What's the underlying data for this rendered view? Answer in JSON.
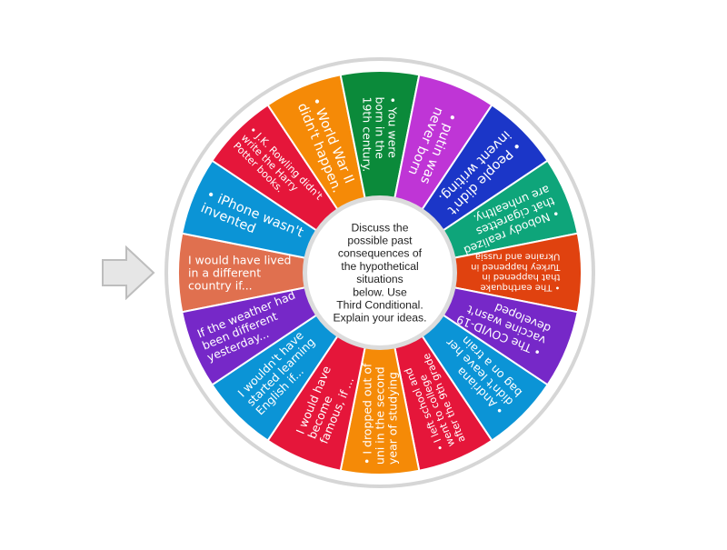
{
  "center_text": [
    "Discuss the",
    "possible past",
    "consequences of",
    "the hypothetical",
    "situations",
    "below. Use",
    "Third Conditional.",
    "Explain your ideas."
  ],
  "colors": {
    "rim": "#ffffff",
    "rim_shadow": "#d6d6d6",
    "hub": "#ffffff",
    "arrow_fill": "#e6e6e6",
    "arrow_stroke": "#bdbdbd"
  },
  "icons": {
    "pointer": "arrow-right-icon"
  },
  "segments": [
    {
      "color": "#e0704f",
      "lines": [
        "I would have lived",
        "in a different",
        "country if..."
      ]
    },
    {
      "color": "#0b94d6",
      "lines": [
        "• iPhone wasn't",
        "invented"
      ]
    },
    {
      "color": "#e5163a",
      "lines": [
        "• J.K. Rowling didn't",
        "write the Harry",
        "Potter books."
      ]
    },
    {
      "color": "#f58a07",
      "lines": [
        "• World War II",
        "didn't happen."
      ]
    },
    {
      "color": "#0b8a3a",
      "lines": [
        "• You were",
        "born in the",
        "19th century."
      ]
    },
    {
      "color": "#bf35d6",
      "lines": [
        "• putin was",
        "never born"
      ]
    },
    {
      "color": "#1b36c8",
      "lines": [
        "• People didn't",
        "invent writing."
      ]
    },
    {
      "color": "#0ea57a",
      "lines": [
        "• Nobody realized",
        "that cigarettes",
        "are unhealthy."
      ]
    },
    {
      "color": "#e0420f",
      "lines": [
        "• The earthquake",
        "that happened in",
        "Turkey happened in",
        "Ukraine and russia"
      ]
    },
    {
      "color": "#7628c8",
      "lines": [
        "• The COVID-19",
        "vaccine wasn't",
        "developed"
      ]
    },
    {
      "color": "#0b94d6",
      "lines": [
        "• Andriana",
        "didn't leave her",
        "bag on a train"
      ]
    },
    {
      "color": "#e5163a",
      "lines": [
        "• I left school and",
        "went to college",
        "after the 9th grade"
      ]
    },
    {
      "color": "#f58a07",
      "lines": [
        "• I dropped out of",
        "uni in the second",
        "year of studying"
      ]
    },
    {
      "color": "#e5163a",
      "lines": [
        "I would have",
        "become",
        "famous, if ..."
      ]
    },
    {
      "color": "#0b94d6",
      "lines": [
        "I wouldn't have",
        "started learning",
        "English if..."
      ]
    },
    {
      "color": "#7628c8",
      "lines": [
        "If the weather had",
        "been different",
        "yesterday..."
      ]
    }
  ]
}
